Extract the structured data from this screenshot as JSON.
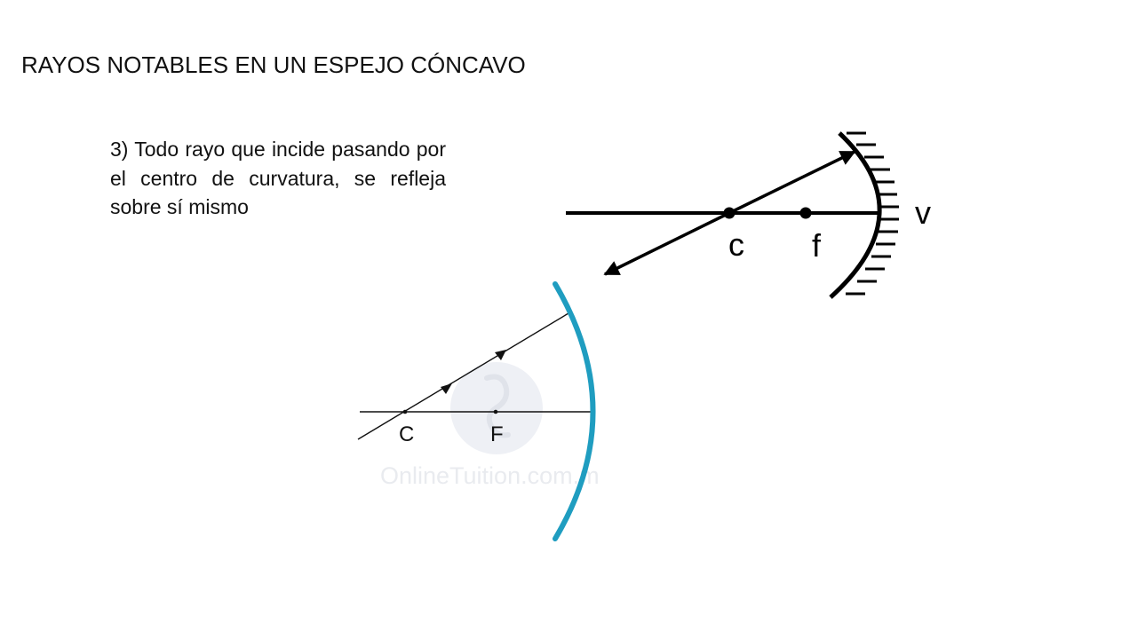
{
  "slide": {
    "title": "RAYOS NOTABLES EN UN ESPEJO CÓNCAVO",
    "body_text": "3) Todo rayo que incide pasando por el centro de curvatura, se refleja sobre sí mismo"
  },
  "diagram_top": {
    "labels": {
      "center": "c",
      "focus": "f",
      "vertex": "v"
    },
    "colors": {
      "lines": "#000000",
      "mirror": "#000000"
    }
  },
  "diagram_bottom": {
    "labels": {
      "center": "C",
      "focus": "F"
    },
    "watermark": "OnlineTuition.com.m",
    "colors": {
      "mirror": "#1f9dc0",
      "lines": "#111111"
    }
  }
}
